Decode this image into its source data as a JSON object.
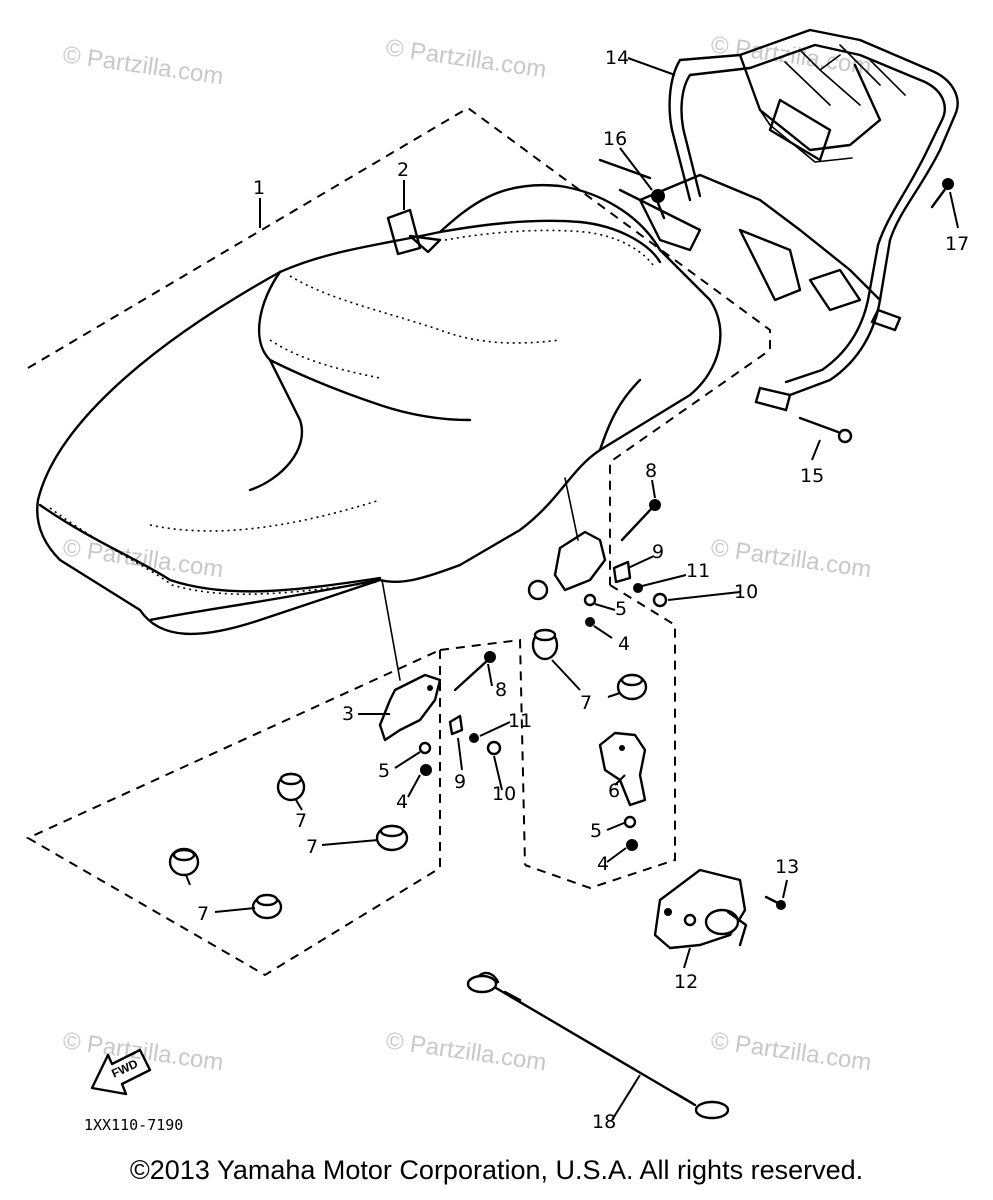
{
  "watermark": "© Partzilla.com",
  "diagram_code": "1XX110-7190",
  "fwd_label": "FWD",
  "copyright": "©2013 Yamaha Motor Corporation, U.S.A. All rights reserved.",
  "callouts": {
    "c1": "1",
    "c2": "2",
    "c3": "3",
    "c4a": "4",
    "c4b": "4",
    "c4c": "4",
    "c5a": "5",
    "c5b": "5",
    "c5c": "5",
    "c6": "6",
    "c7a": "7",
    "c7b": "7",
    "c7c": "7",
    "c7d": "7",
    "c8a": "8",
    "c8b": "8",
    "c9a": "9",
    "c9b": "9",
    "c10a": "10",
    "c10b": "10",
    "c11a": "11",
    "c11b": "11",
    "c12": "12",
    "c13": "13",
    "c14": "14",
    "c15": "15",
    "c16": "16",
    "c17": "17",
    "c18": "18"
  },
  "colors": {
    "line": "#000000",
    "watermark": "#c8c8c8",
    "background": "#ffffff"
  }
}
